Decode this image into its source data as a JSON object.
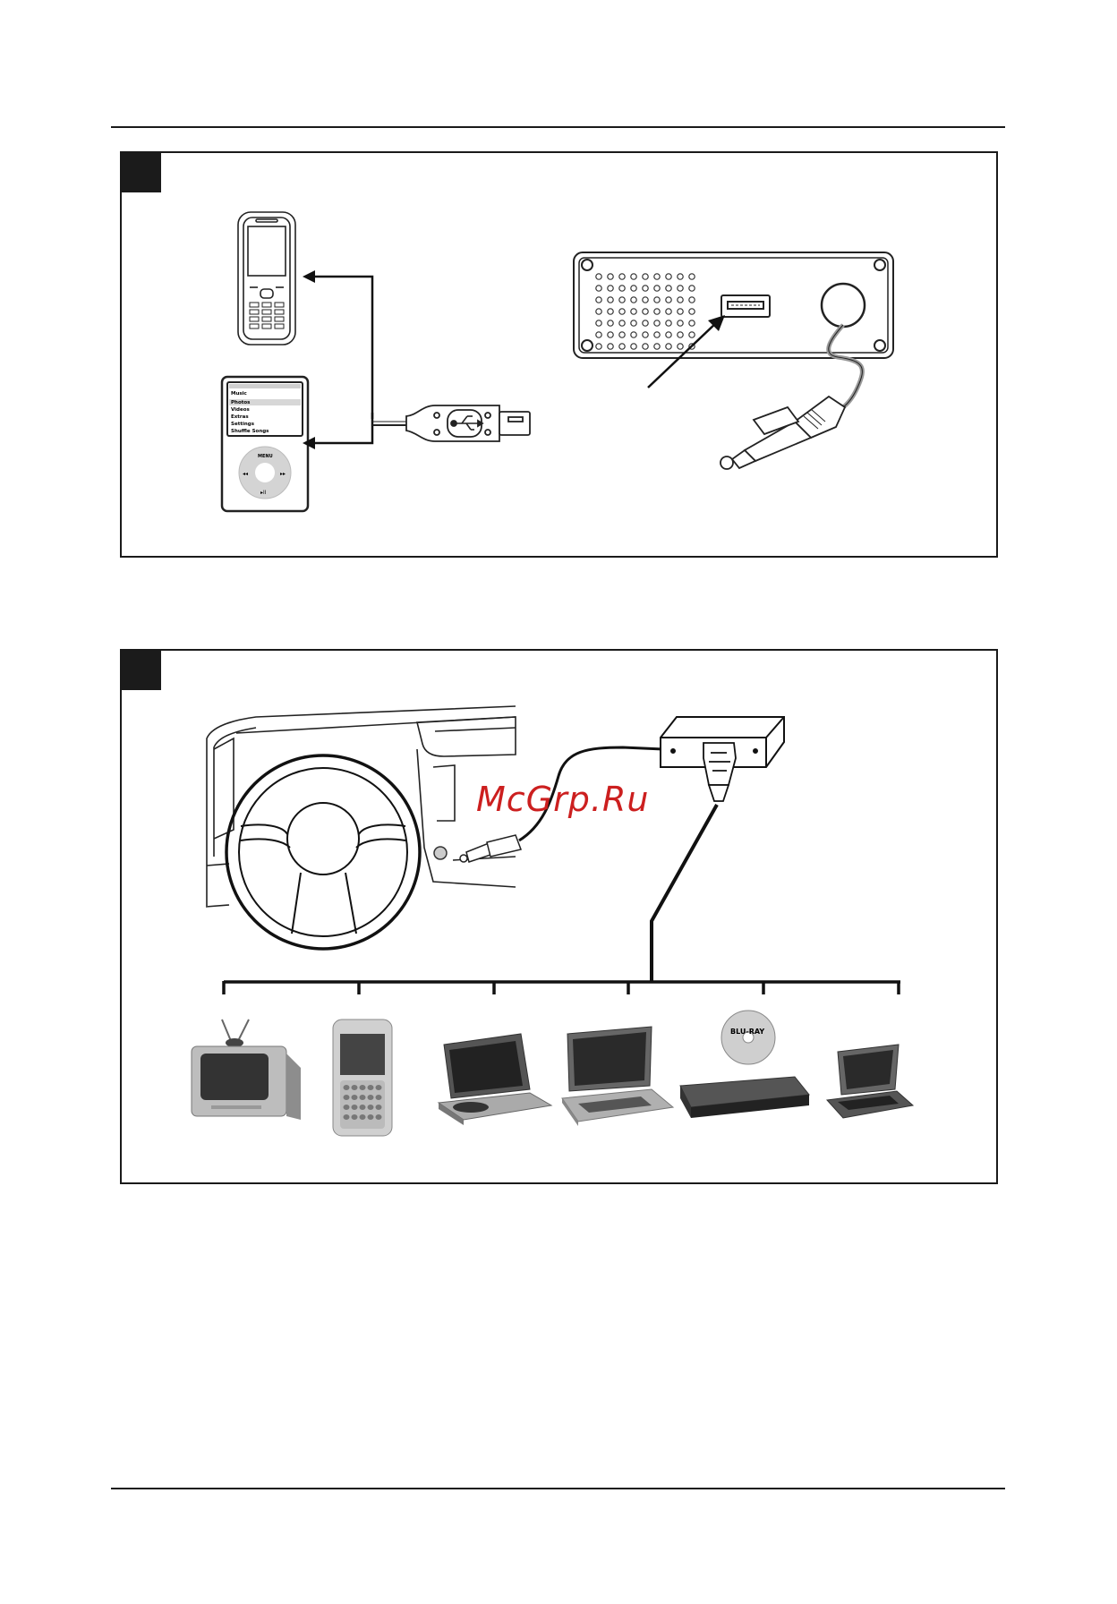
{
  "watermark": "McGrp.Ru",
  "figure1": {
    "ipod_menu": [
      "Music",
      "Photos",
      "Videos",
      "Extras",
      "Settings",
      "Shuffle Songs"
    ],
    "ipod_wheel_label": "MENU"
  },
  "figure2": {
    "bluray_label": "BLU-RAY"
  }
}
